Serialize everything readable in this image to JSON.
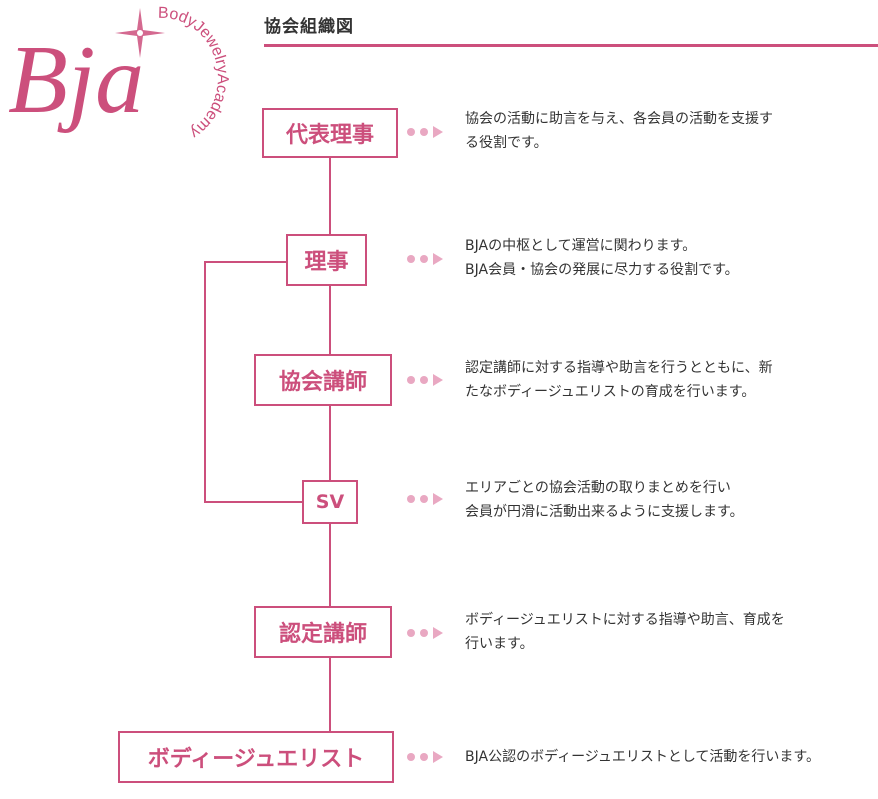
{
  "header": {
    "title": "協会組織図"
  },
  "logo": {
    "monogram": "Bja",
    "text": "BodyJewelryAcademy"
  },
  "colors": {
    "accent": "#cc4f7c",
    "arrow": "#e9a8c2",
    "text": "#333333"
  },
  "roles": [
    {
      "name": "代表理事",
      "description": [
        "協会の活動に助言を与え、各会員の活動を支援す",
        "る役割です。"
      ]
    },
    {
      "name": "理事",
      "description": [
        "BJAの中枢として運営に関わります。",
        "BJA会員・協会の発展に尽力する役割です。"
      ]
    },
    {
      "name": "協会講師",
      "description": [
        "認定講師に対する指導や助言を行うとともに、新",
        "たなボディージュエリストの育成を行います。"
      ]
    },
    {
      "name": "SV",
      "description": [
        "エリアごとの協会活動の取りまとめを行い",
        "会員が円滑に活動出来るように支援します。"
      ]
    },
    {
      "name": "認定講師",
      "description": [
        "ボディージュエリストに対する指導や助言、育成を",
        "行います。"
      ]
    },
    {
      "name": "ボディージュエリスト",
      "description": [
        "BJA公認のボディージュエリストとして活動を行います。"
      ]
    }
  ]
}
